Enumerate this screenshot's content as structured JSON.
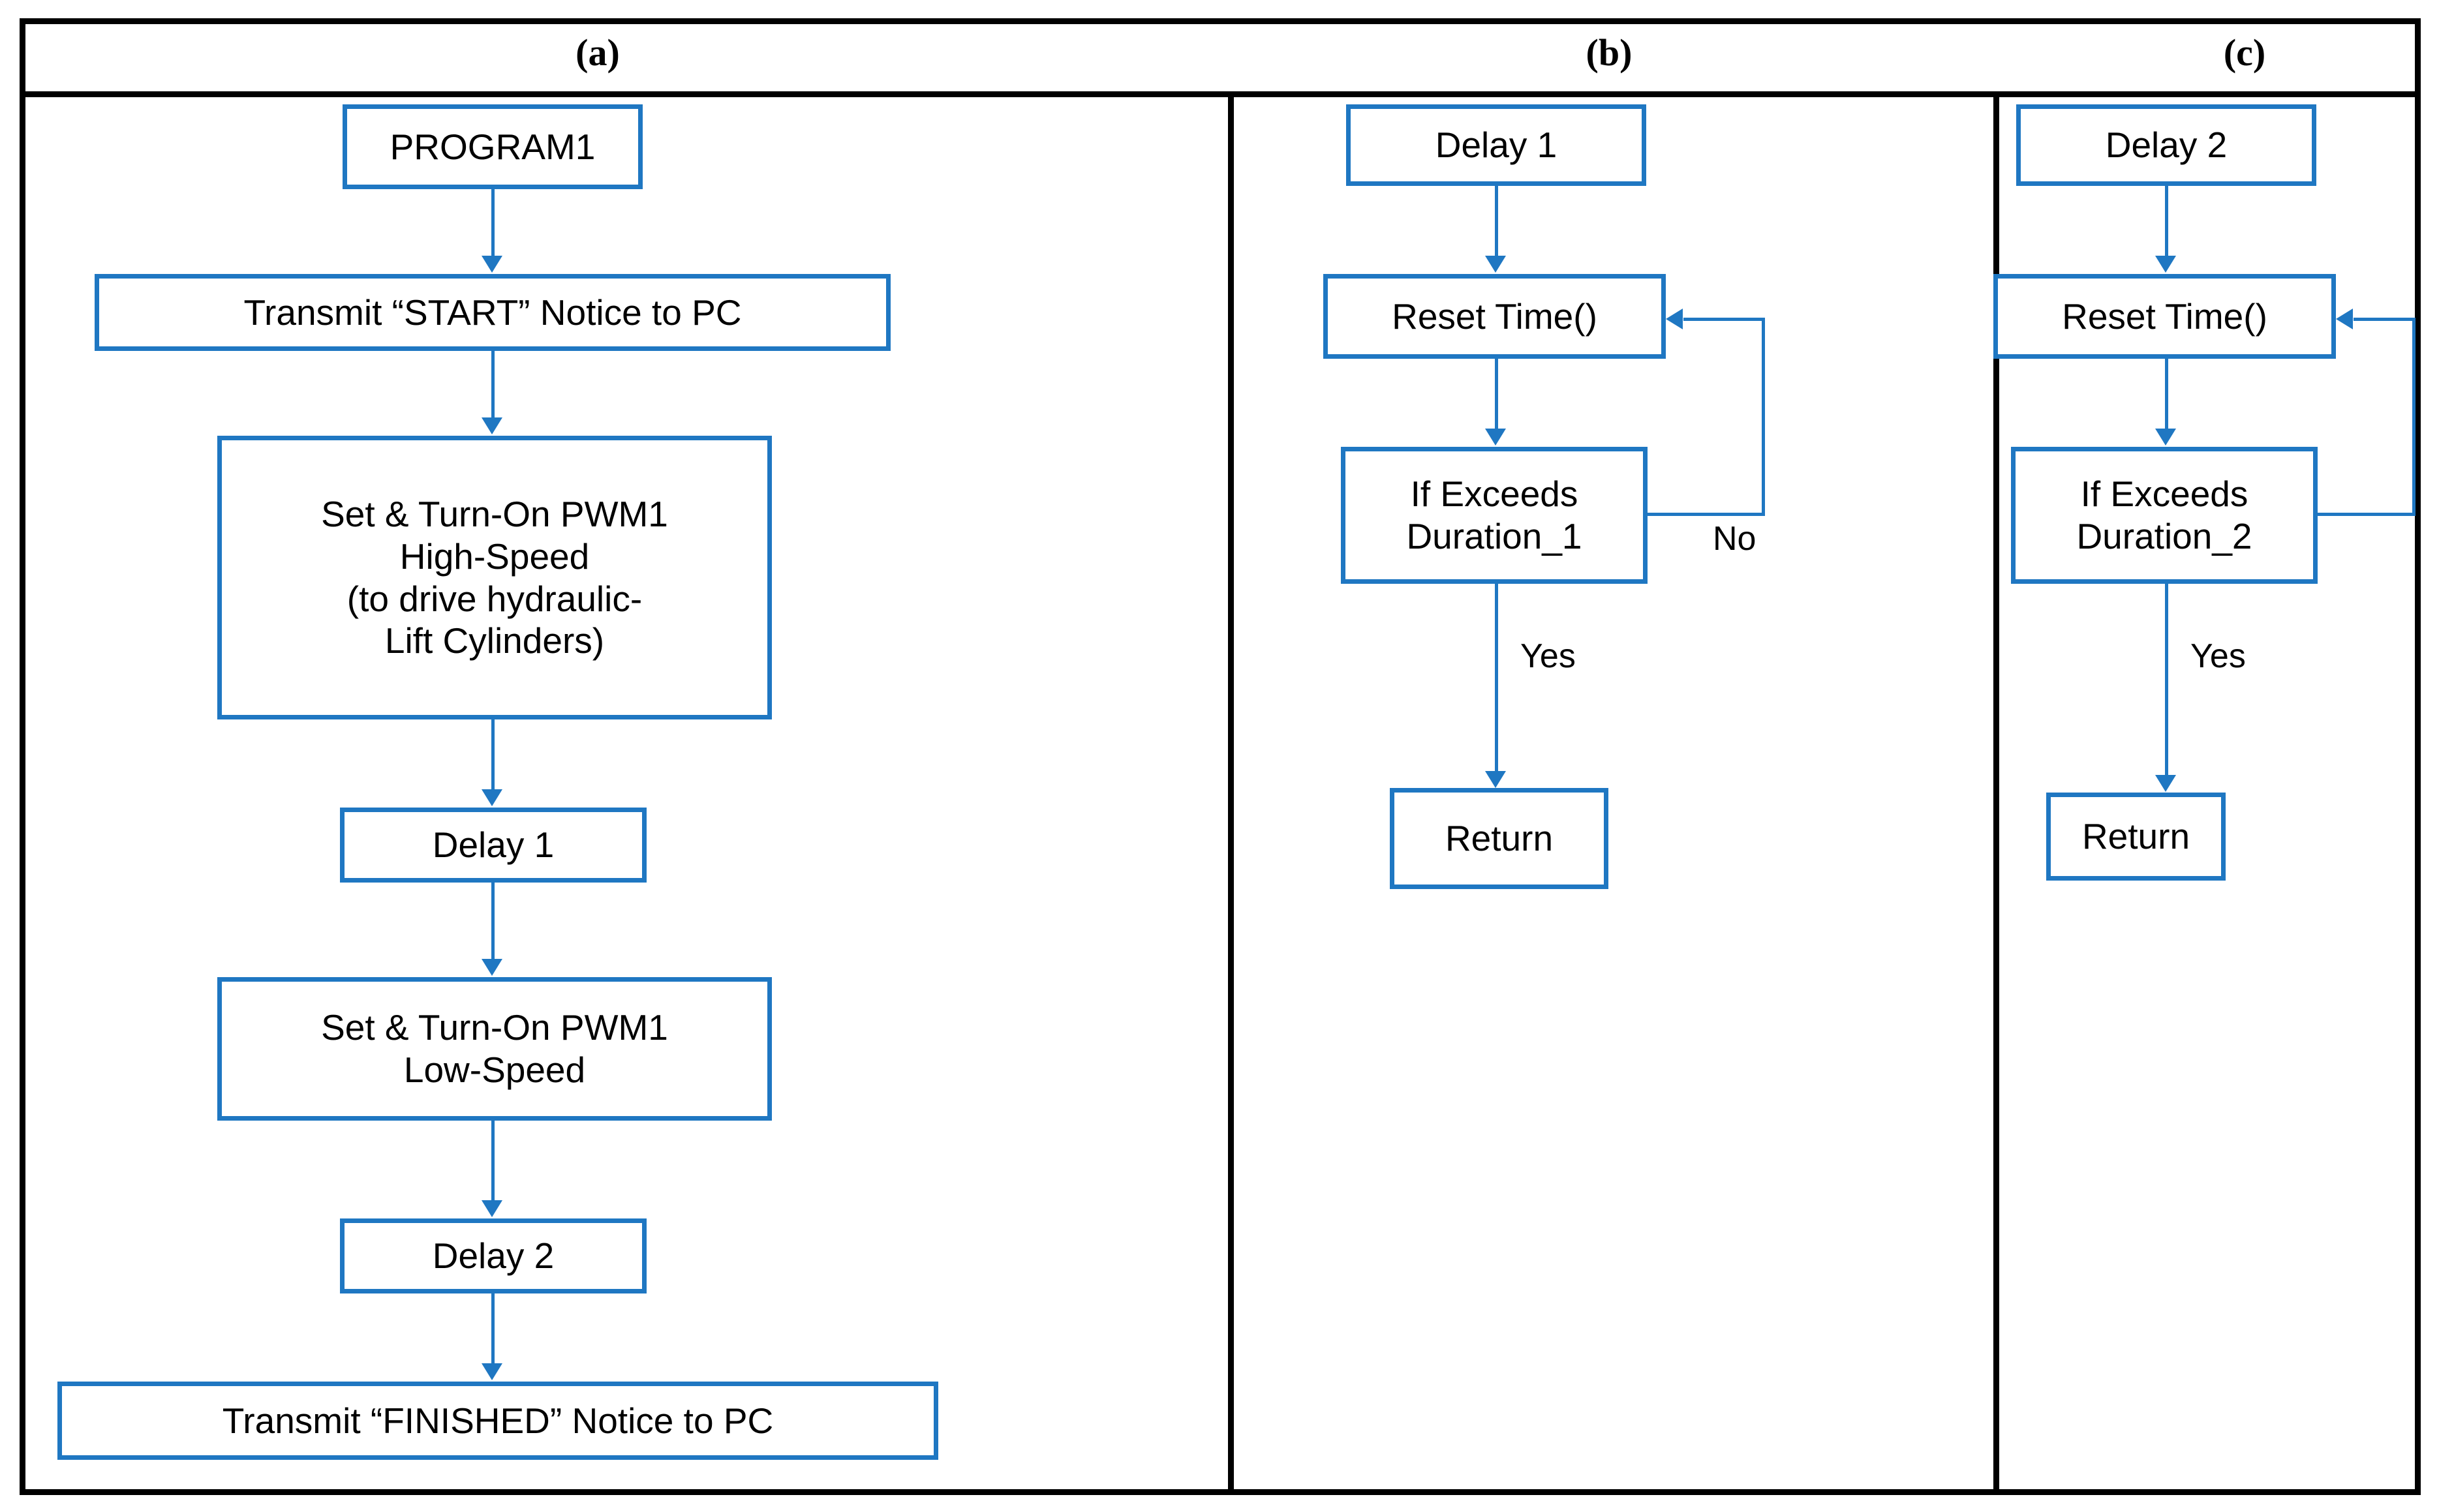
{
  "figure": {
    "accent_color": "#1F77C2",
    "frame_color": "#000000",
    "background": "#ffffff"
  },
  "panels": [
    {
      "caption": "(a)",
      "nodes": [
        {
          "id": "a-program1",
          "label": "PROGRAM1"
        },
        {
          "id": "a-transmit-start",
          "label": "Transmit “START” Notice to PC"
        },
        {
          "id": "a-pwm1-high",
          "label": "Set & Turn-On PWM1\nHigh-Speed\n(to drive hydraulic-\nLift Cylinders)"
        },
        {
          "id": "a-delay1",
          "label": "Delay 1"
        },
        {
          "id": "a-pwm1-low",
          "label": "Set & Turn-On PWM1\nLow-Speed"
        },
        {
          "id": "a-delay2",
          "label": "Delay 2"
        },
        {
          "id": "a-transmit-finish",
          "label": "Transmit “FINISHED” Notice to PC"
        }
      ],
      "edge_labels": []
    },
    {
      "caption": "(b)",
      "nodes": [
        {
          "id": "b-delay1",
          "label": "Delay 1"
        },
        {
          "id": "b-reset-time",
          "label": "Reset Time()"
        },
        {
          "id": "b-if-exceeds",
          "label": "If Exceeds\nDuration_1"
        },
        {
          "id": "b-return",
          "label": "Return"
        }
      ],
      "edge_labels": [
        {
          "id": "b-label-no",
          "label": "No"
        },
        {
          "id": "b-label-yes",
          "label": "Yes"
        }
      ]
    },
    {
      "caption": "(c)",
      "nodes": [
        {
          "id": "c-delay2",
          "label": "Delay 2"
        },
        {
          "id": "c-reset-time",
          "label": "Reset Time()"
        },
        {
          "id": "c-if-exceeds",
          "label": "If Exceeds\nDuration_2"
        },
        {
          "id": "c-return",
          "label": "Return"
        }
      ],
      "edge_labels": [
        {
          "id": "c-label-yes",
          "label": "Yes"
        }
      ]
    }
  ]
}
